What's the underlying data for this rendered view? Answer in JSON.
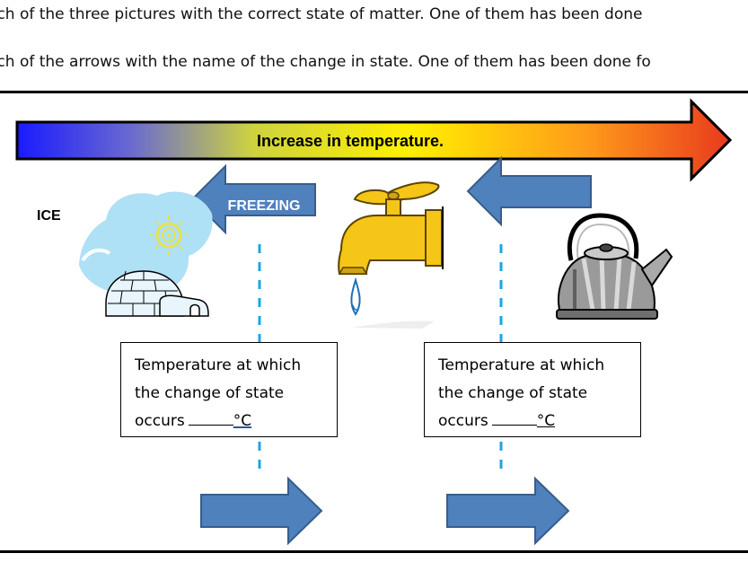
{
  "instructions": {
    "line1": "ach of the three pictures with the correct state of matter. One of them has been done",
    "line2": "ach of the arrows with the name of the change in state. One of them has been done fo"
  },
  "temperature_arrow": {
    "label": "Increase in temperature.",
    "gradient_colors": [
      "#1a1aff",
      "#d9d93a",
      "#ffe800",
      "#ff8c1a",
      "#e8321e"
    ]
  },
  "states": {
    "solid_label": "ICE"
  },
  "change_arrows": {
    "top_left_label": "FREEZING",
    "top_right_label": "",
    "bottom_left_label": "",
    "bottom_right_label": ""
  },
  "temp_boxes": [
    {
      "line1": "Temperature at which",
      "line2": "the change of state",
      "line3_prefix": "occurs",
      "unit": "°C"
    },
    {
      "line1": "Temperature at which",
      "line2": "the change of state",
      "line3_prefix": "occurs",
      "unit": "°C"
    }
  ],
  "icons": [
    "igloo-icon",
    "tap-icon",
    "kettle-icon"
  ],
  "colors": {
    "arrow_blue": "#4a7ebb",
    "arrow_blue_border": "#2f5597",
    "dashed_line": "#1ea4e0"
  }
}
